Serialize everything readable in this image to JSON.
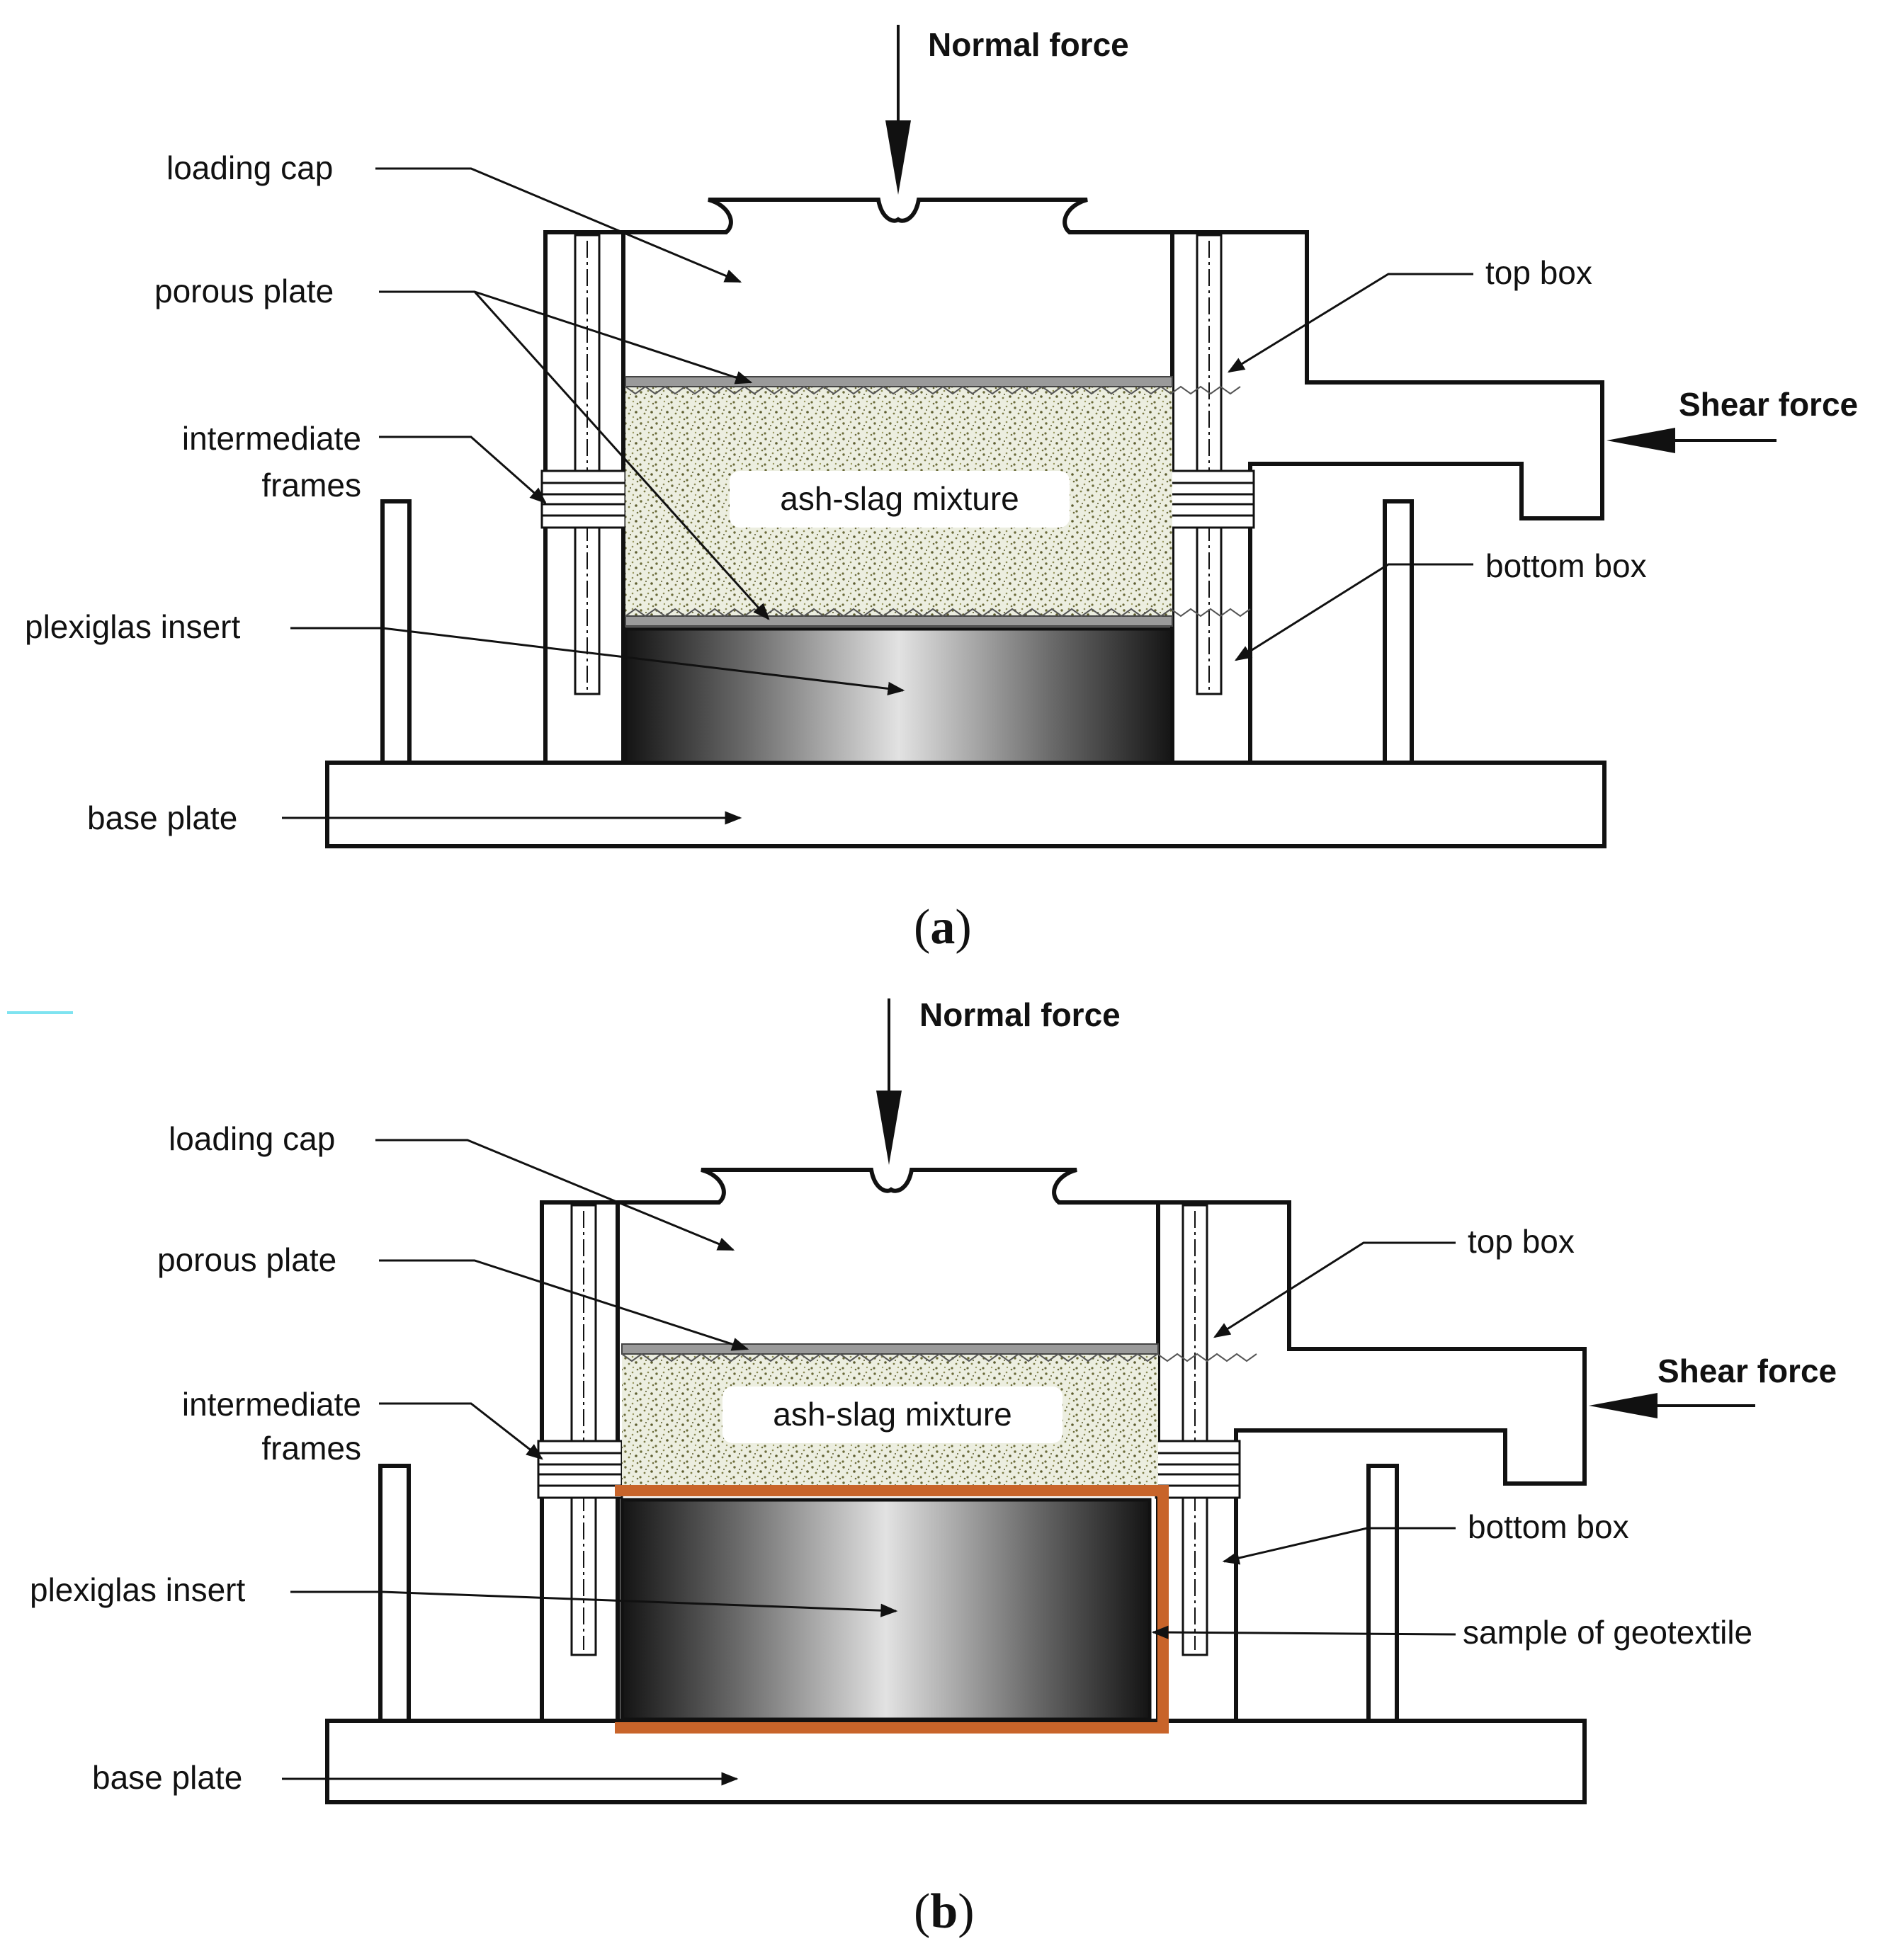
{
  "panel_a": {
    "normal_force": "Normal force",
    "shear_force": "Shear force",
    "loading_cap": "loading cap",
    "porous_plate": "porous plate",
    "intermediate_line1": "intermediate",
    "intermediate_line2": "frames",
    "plexiglas_insert": "plexiglas insert",
    "base_plate": "base plate",
    "top_box": "top box",
    "bottom_box": "bottom box",
    "mixture": "ash-slag mixture",
    "caption_open": "(",
    "caption_letter": "a",
    "caption_close": ")"
  },
  "panel_b": {
    "normal_force": "Normal force",
    "shear_force": "Shear force",
    "loading_cap": "loading cap",
    "porous_plate": "porous plate",
    "intermediate_line1": "intermediate",
    "intermediate_line2": "frames",
    "plexiglas_insert": "plexiglas insert",
    "base_plate": "base plate",
    "top_box": "top box",
    "bottom_box": "bottom box",
    "geotextile": "sample of geotextile",
    "mixture": "ash-slag mixture",
    "caption_open": "(",
    "caption_letter": "b",
    "caption_close": ")"
  },
  "colors": {
    "line": "#111111",
    "mixture_fill": "#eceee0",
    "mixture_speckle": "#6b6b3a",
    "porous_plate": "#9a9a9a",
    "geotextile": "#c8642a",
    "stray_mark": "#7fe3f0"
  }
}
